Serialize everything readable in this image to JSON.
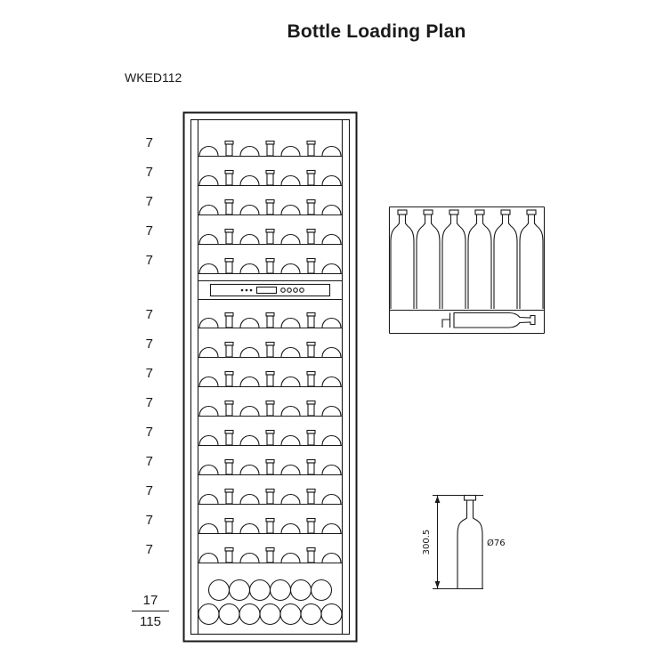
{
  "title": "Bottle Loading Plan",
  "model": "WKED112",
  "shelves": {
    "bottles_per_shelf": 7,
    "upper_counts": [
      "7",
      "7",
      "7",
      "7",
      "7"
    ],
    "lower_counts": [
      "7",
      "7",
      "7",
      "7",
      "7",
      "7",
      "7",
      "7",
      "7"
    ]
  },
  "totals": {
    "bottom_compartment": "17",
    "total_capacity": "115"
  },
  "bottle_dims": {
    "height": "300.5",
    "diameter": "Ø76"
  },
  "colors": {
    "line": "#1a1a1a",
    "background": "#ffffff"
  }
}
